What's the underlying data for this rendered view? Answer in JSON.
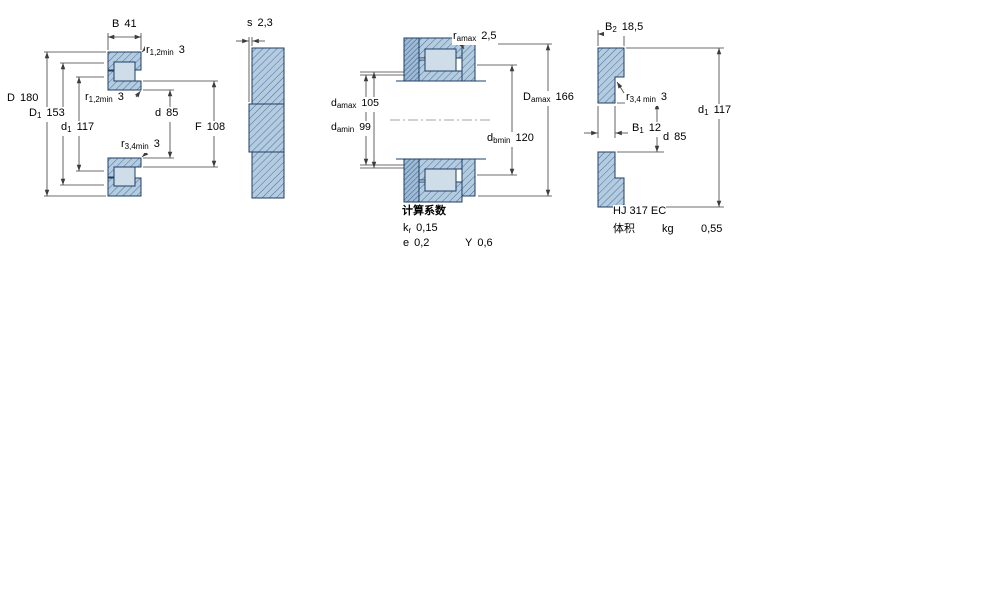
{
  "colors": {
    "section_fill": "#b5cbdf",
    "roller_fill": "#cfdde9",
    "outline": "#1d3f63",
    "hatch_line": "#44719e",
    "abutment_fill": "#9fbad4",
    "dim_line": "#3c3c3c",
    "text": "#000000",
    "background": "#ffffff"
  },
  "view1": {
    "name": "bearing cross-section",
    "dims": {
      "B": {
        "base": "B",
        "sub": "",
        "value": "41"
      },
      "r12_top": {
        "base": "r",
        "sub": "1,2min",
        "value": "3"
      },
      "D": {
        "base": "D",
        "sub": "",
        "value": "180"
      },
      "D1": {
        "base": "D",
        "sub": "1",
        "value": "153"
      },
      "d1": {
        "base": "d",
        "sub": "1",
        "value": "117"
      },
      "r12_mid": {
        "base": "r",
        "sub": "1,2min",
        "value": "3"
      },
      "d": {
        "base": "d",
        "sub": "",
        "value": "85"
      },
      "F": {
        "base": "F",
        "sub": "",
        "value": "108"
      },
      "r34": {
        "base": "r",
        "sub": "3,4min",
        "value": "3"
      }
    }
  },
  "view2": {
    "name": "side profile",
    "dims": {
      "s": {
        "base": "s",
        "sub": "",
        "value": "2,3"
      }
    }
  },
  "view3": {
    "name": "mounting dimensions",
    "dims": {
      "ra": {
        "base": "r",
        "sub": "amax",
        "value": "2,5"
      },
      "da_max": {
        "base": "d",
        "sub": "amax",
        "value": "105"
      },
      "da_min": {
        "base": "d",
        "sub": "amin",
        "value": "99"
      },
      "Da_max": {
        "base": "D",
        "sub": "amax",
        "value": "166"
      },
      "db_min": {
        "base": "d",
        "sub": "bmin",
        "value": "120"
      }
    },
    "calc": {
      "title": "计算系数",
      "kr": {
        "base": "k",
        "sub": "r",
        "value": "0,15"
      },
      "e": {
        "base": "e",
        "sub": "",
        "value": "0,2"
      },
      "Y": {
        "base": "Y",
        "sub": "",
        "value": "0,6"
      }
    }
  },
  "view4": {
    "name": "angle ring HJ",
    "dims": {
      "B2": {
        "base": "B",
        "sub": "2",
        "value": "18,5"
      },
      "r34": {
        "base": "r",
        "sub": "3,4 min",
        "value": "3"
      },
      "B1": {
        "base": "B",
        "sub": "1",
        "value": "12"
      },
      "d": {
        "base": "d",
        "sub": "",
        "value": "85"
      },
      "d1": {
        "base": "d",
        "sub": "1",
        "value": "117"
      }
    },
    "info": {
      "designation": "HJ 317 EC",
      "mass_label": "体积",
      "mass_unit": "kg",
      "mass_value": "0,55"
    }
  }
}
